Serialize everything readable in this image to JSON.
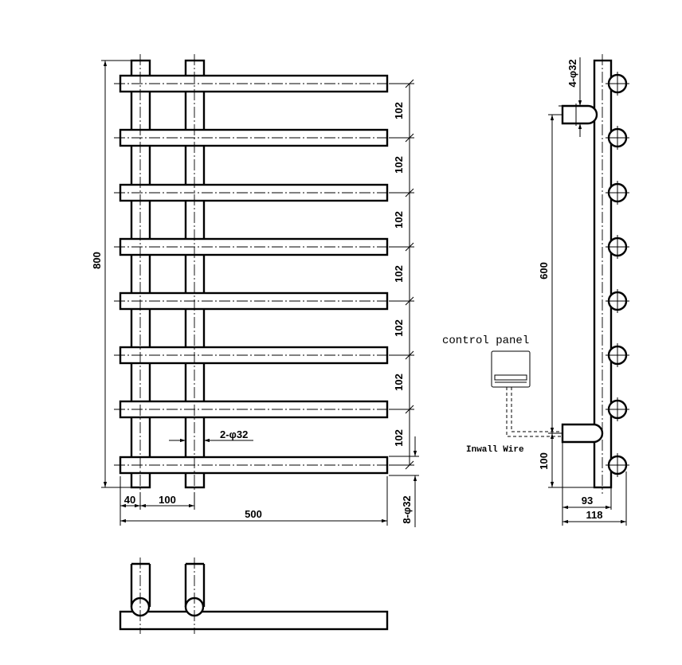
{
  "front_view": {
    "dim_bar_spacing": [
      "102",
      "102",
      "102",
      "102",
      "102",
      "102",
      "102"
    ],
    "dim_height": "800",
    "dim_left_offset": "40",
    "dim_post_spacing": "100",
    "dim_width": "500",
    "dim_post_dia": "2-φ32",
    "dim_bar_dia": "8-φ32"
  },
  "side_view": {
    "dim_wall_mount": "4-φ32",
    "dim_mount_spacing": "600",
    "dim_bottom_mount": "100",
    "dim_depth_inner": "93",
    "dim_depth_outer": "118",
    "control_panel_label": "control panel",
    "inwall_wire_label": "Inwall Wire"
  }
}
